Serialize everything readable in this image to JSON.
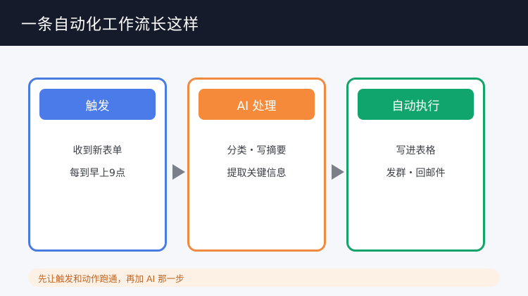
{
  "header": {
    "title": "一条自动化工作流长这样"
  },
  "steps": [
    {
      "title": "触发",
      "lines": [
        "收到新表单",
        "每到早上9点"
      ],
      "color": "#4a7be8"
    },
    {
      "title": "AI 处理",
      "lines": [
        "分类・写摘要",
        "提取关键信息"
      ],
      "color": "#f58a3a"
    },
    {
      "title": "自动执行",
      "lines": [
        "写进表格",
        "发群・回邮件"
      ],
      "color": "#0fa56c"
    }
  ],
  "arrows": [
    {
      "icon": "arrow-right-icon"
    },
    {
      "icon": "arrow-right-icon"
    }
  ],
  "note": {
    "text": "先让触发和动作跑通，再加 AI 那一步"
  }
}
